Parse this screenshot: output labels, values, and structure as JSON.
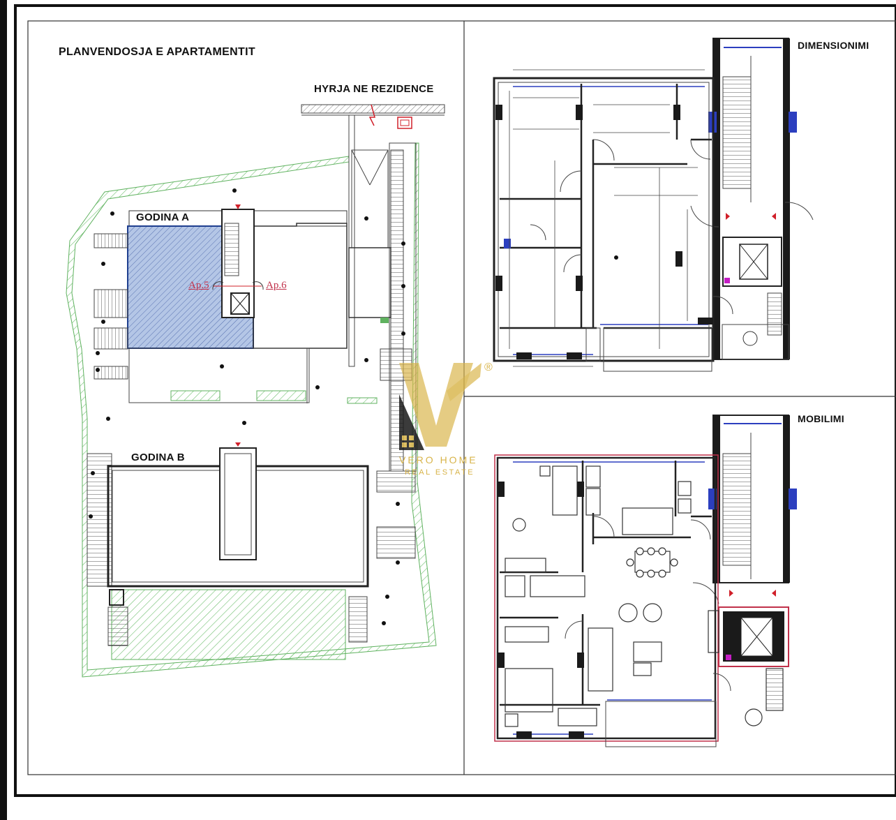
{
  "site_plan": {
    "title": "PLANVENDOSJA  E  APARTAMENTIT",
    "entrance_label": "HYRJA NE REZIDENCE",
    "building_a_label": "GODINA  A",
    "building_b_label": "GODINA  B",
    "apartment_5_label": "Ap.5",
    "apartment_6_label": "Ap.6"
  },
  "dimension_plan": {
    "title": "DIMENSIONIMI"
  },
  "furniture_plan": {
    "title": "MOBILIMI"
  },
  "watermark": {
    "brand_name": "VERO HOME",
    "brand_sub": "REAL ESTATE",
    "registered_mark": "®"
  },
  "colors": {
    "highlight_fill": "#a9bde0",
    "highlight_stroke": "#1f3f8f",
    "greenery": "#5fb25f",
    "accent_red": "#d0202a",
    "wall_dark": "#1a1a1a",
    "watermark_gold": "#d8b44a",
    "stair_blue": "#2c3fbf"
  }
}
